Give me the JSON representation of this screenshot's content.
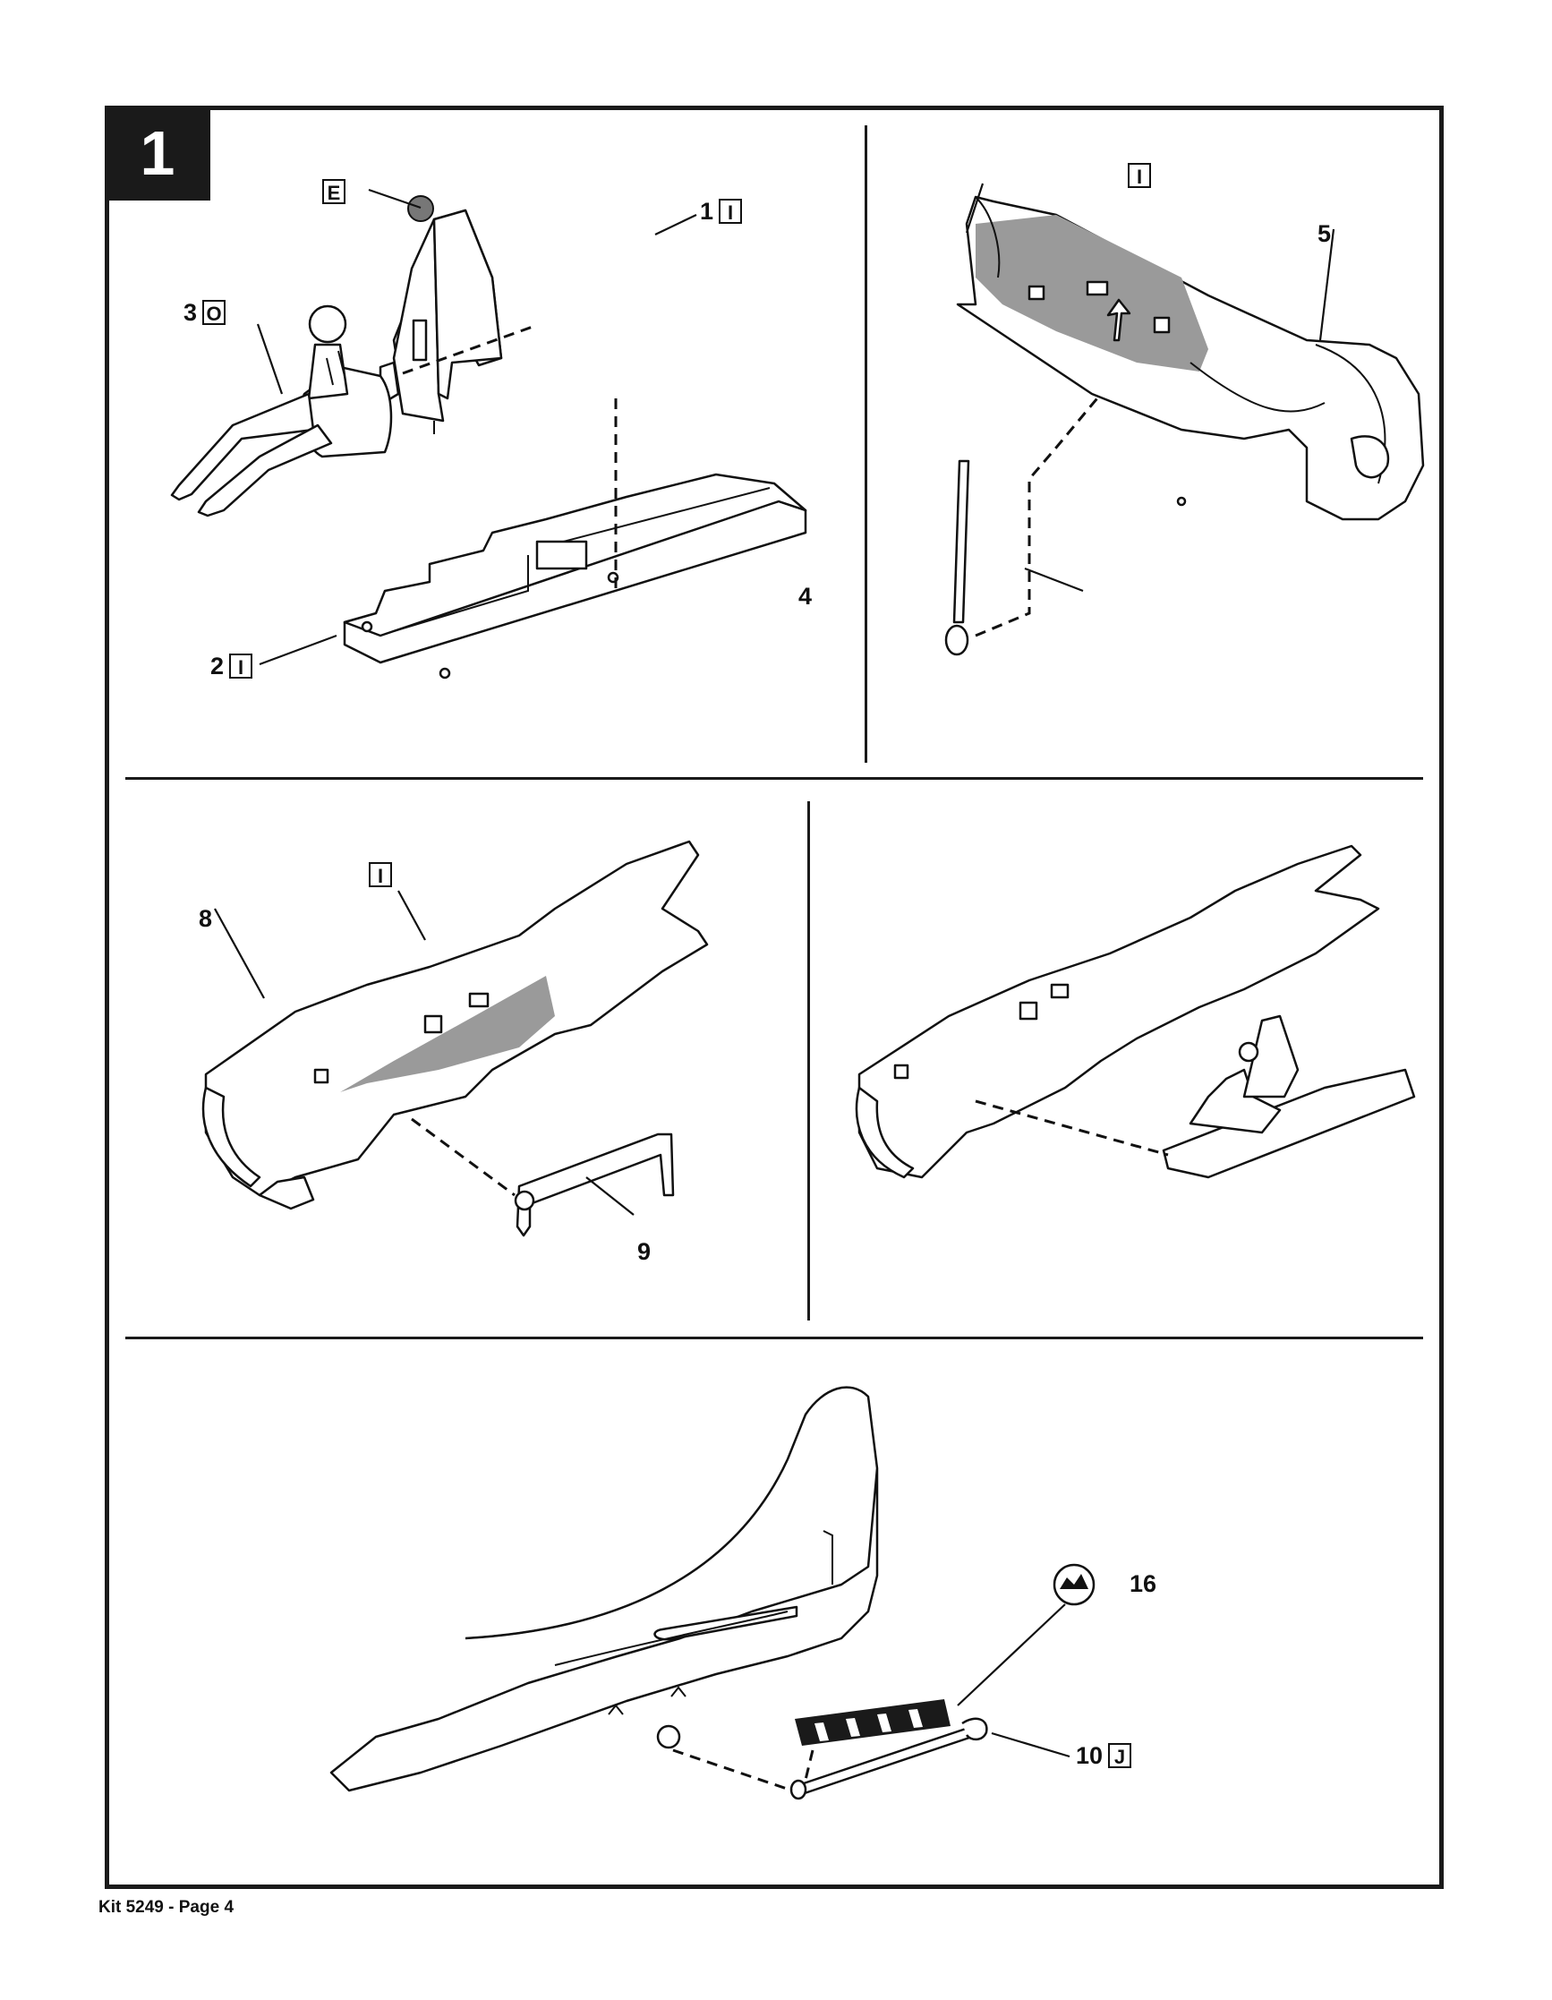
{
  "step": {
    "number": "1"
  },
  "panel1": {
    "callouts": [
      {
        "id": "E",
        "number": "",
        "letter": "E"
      },
      {
        "id": "part1",
        "number": "1",
        "letter": "I"
      },
      {
        "id": "part3",
        "number": "3",
        "letter": "O"
      },
      {
        "id": "part2",
        "number": "2",
        "letter": "I"
      }
    ]
  },
  "panel2": {
    "callouts": [
      {
        "id": "I",
        "number": "",
        "letter": "I"
      },
      {
        "id": "part5",
        "number": "5",
        "letter": ""
      },
      {
        "id": "part4",
        "number": "4",
        "letter": ""
      }
    ]
  },
  "panel3": {
    "callouts": [
      {
        "id": "part8",
        "number": "8",
        "letter": ""
      },
      {
        "id": "I",
        "number": "",
        "letter": "I"
      },
      {
        "id": "part9",
        "number": "9",
        "letter": ""
      }
    ]
  },
  "panel5": {
    "callouts": [
      {
        "id": "part16",
        "number": "16",
        "letter": ""
      },
      {
        "id": "part10",
        "number": "10",
        "letter": "J"
      }
    ]
  },
  "footer": {
    "text": "Kit 5249 - Page 4"
  }
}
